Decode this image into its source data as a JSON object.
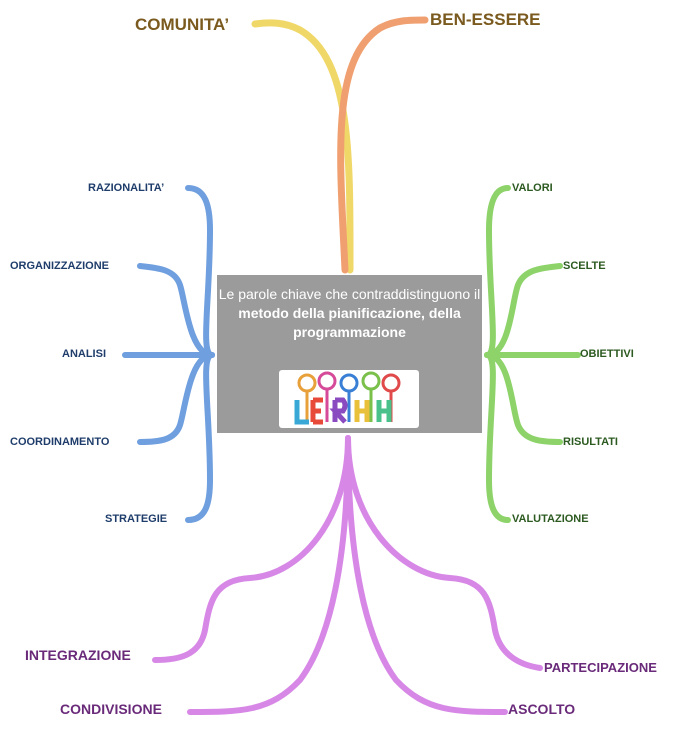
{
  "top_branches": [
    "COMUNITA’",
    "BEN-ESSERE"
  ],
  "center": {
    "text_plain": "Le parole chiave che contraddistinguono il",
    "text_bold": "metodo della pianificazione, della programmazione",
    "image_icon": "colorful-keys-research-icon"
  },
  "left_branches": [
    "RAZIONALITA’",
    "ORGANIZZAZIONE",
    "ANALISI",
    "COORDINAMENTO",
    "STRATEGIE"
  ],
  "right_branches": [
    "VALORI",
    "SCELTE",
    "OBIETTIVI",
    "RISULTATI",
    "VALUTAZIONE"
  ],
  "bottom_branches": [
    "INTEGRAZIONE",
    "PARTECIPAZIONE",
    "CONDIVISIONE",
    "ASCOLTO"
  ],
  "colors": {
    "left": "#6f9fde",
    "right": "#8dd36a",
    "bottom": "#d788e6",
    "top_left": "#f0d868",
    "top_right": "#f0a070",
    "center_box": "#9b9b9b"
  }
}
